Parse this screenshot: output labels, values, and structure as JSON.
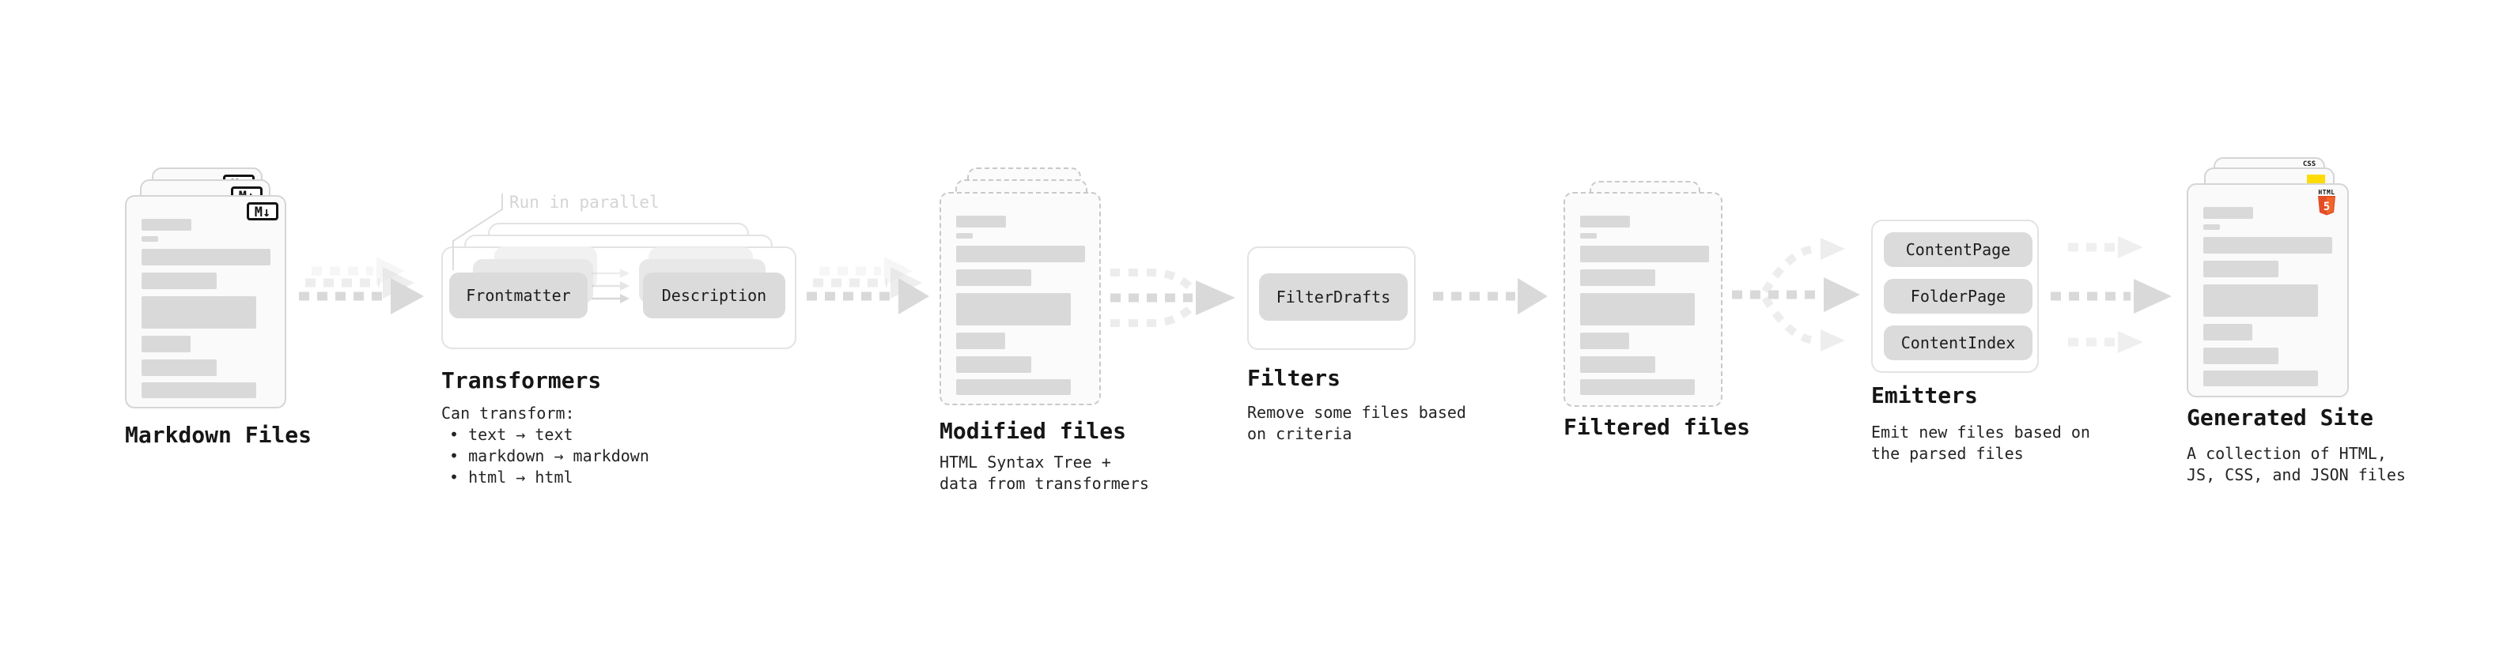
{
  "colors": {
    "arrow": "#d9d9d9",
    "pill_bg": "#dbdbdb",
    "doc_border": "#d5d5d5",
    "html5_orange": "#e44d26",
    "html5_orange_light": "#f16529",
    "js_yellow": "#ffdc00",
    "css_blue": "#2b63f6"
  },
  "nodes": {
    "markdown_files": {
      "label": "Markdown Files",
      "badge": "M↓"
    },
    "transformers": {
      "label": "Transformers",
      "annotation": "Run in parallel",
      "pills": {
        "frontmatter": "Frontmatter",
        "description": "Description"
      },
      "desc_title": "Can transform:",
      "bullets": [
        "• text → text",
        "• markdown → markdown",
        "• html → html"
      ]
    },
    "modified_files": {
      "label": "Modified files",
      "desc_lines": [
        "HTML Syntax Tree +",
        "data from transformers"
      ]
    },
    "filters": {
      "label": "Filters",
      "pills": {
        "filter_drafts": "FilterDrafts"
      },
      "desc_lines": [
        "Remove some files based",
        "on criteria"
      ]
    },
    "filtered_files": {
      "label": "Filtered files"
    },
    "emitters": {
      "label": "Emitters",
      "pills": {
        "content_page": "ContentPage",
        "folder_page": "FolderPage",
        "content_index": "ContentIndex"
      },
      "desc_lines": [
        "Emit new files based on",
        "the parsed files"
      ]
    },
    "generated_site": {
      "label": "Generated Site",
      "badges": {
        "css": "CSS",
        "html_word": "HTML",
        "html5_number": "5"
      },
      "desc_lines": [
        "A collection of HTML,",
        "JS, CSS, and JSON files"
      ]
    }
  }
}
